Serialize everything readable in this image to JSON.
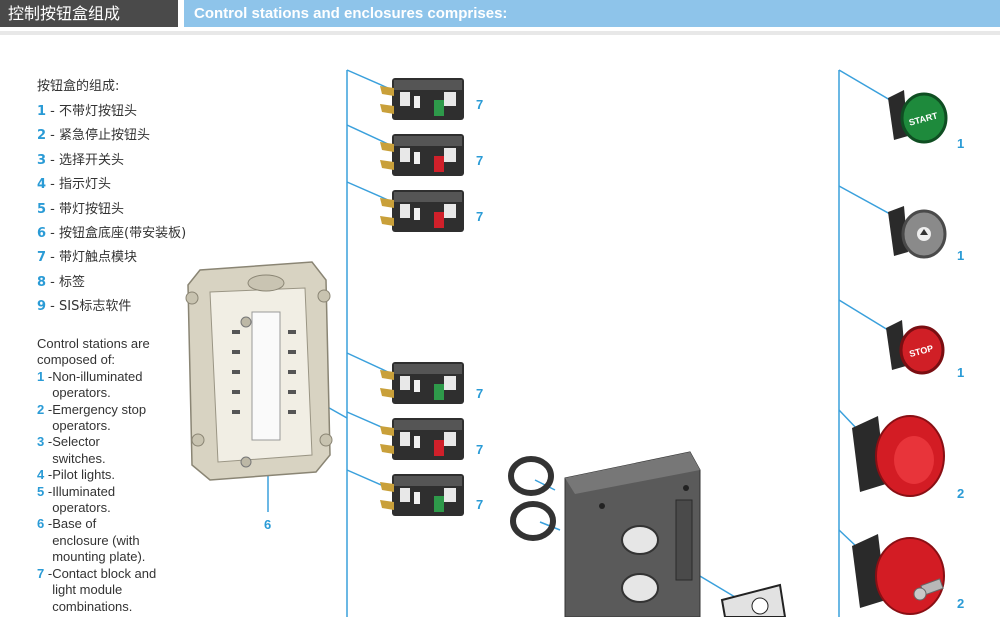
{
  "header": {
    "title_cn": "控制按钮盒组成",
    "title_en": "Control stations and enclosures comprises:"
  },
  "list_cn": {
    "title": "按钮盒的组成:",
    "items": [
      {
        "num": "1",
        "text": " - 不带灯按钮头"
      },
      {
        "num": "2",
        "text": " - 紧急停止按钮头"
      },
      {
        "num": "3",
        "text": " - 选择开关头"
      },
      {
        "num": "4",
        "text": " - 指示灯头"
      },
      {
        "num": "5",
        "text": " - 带灯按钮头"
      },
      {
        "num": "6",
        "text": " - 按钮盒底座(带安装板)"
      },
      {
        "num": "7",
        "text": " - 带灯触点模块"
      },
      {
        "num": "8",
        "text": " - 标签"
      },
      {
        "num": "9",
        "text": " - SIS标志软件"
      }
    ]
  },
  "list_en": {
    "title_line1": "Control stations are",
    "title_line2": "composed of:",
    "items": [
      {
        "num": "1",
        "sep": " - ",
        "l1": "Non-illuminated",
        "l2": "operators."
      },
      {
        "num": "2",
        "sep": " - ",
        "l1": "Emergency stop",
        "l2": "operators."
      },
      {
        "num": "3",
        "sep": " - ",
        "l1": "Selector",
        "l2": "switches."
      },
      {
        "num": "4",
        "sep": " - ",
        "l1": "Pilot lights.",
        "l2": ""
      },
      {
        "num": "5",
        "sep": " - ",
        "l1": "Illuminated",
        "l2": "operators."
      },
      {
        "num": "6",
        "sep": " - ",
        "l1": "Base of",
        "l2": "enclosure (with",
        "l3": "mounting plate)."
      },
      {
        "num": "7",
        "sep": " - ",
        "l1": "Contact block and",
        "l2": "light module",
        "l3": "combinations."
      }
    ]
  },
  "callouts": {
    "c6": "6",
    "c7": "7",
    "c1": "1",
    "c2": "2"
  },
  "button_text": {
    "start": "START",
    "stop": "STOP"
  },
  "colors": {
    "accent": "#2a9bd6",
    "header_dark": "#4a4a4a",
    "header_light": "#8ec4ea",
    "green": "#2e9a4a",
    "red": "#d0202a"
  }
}
